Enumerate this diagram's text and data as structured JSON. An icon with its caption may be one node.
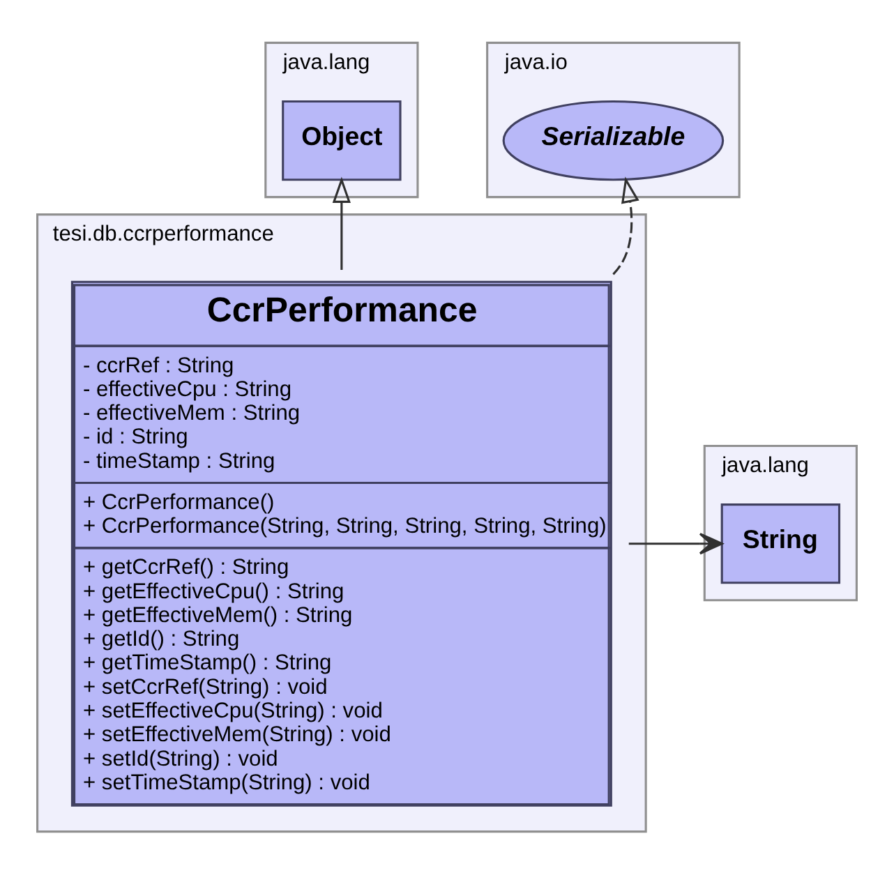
{
  "diagram": {
    "nodes": [
      {
        "text": [
          "java.lang"
        ]
      },
      {
        "text": [
          "Object"
        ],
        "in": 0
      },
      {
        "text": [
          "java.io"
        ]
      },
      {
        "text": [
          "Serializable"
        ],
        "in": 2
      },
      {
        "text": [
          "java.lang"
        ]
      },
      {
        "text": [
          "String"
        ],
        "in": 4
      },
      {
        "text": [
          "tesi.db.ccrperformance"
        ]
      },
      {
        "text": [
          "CcrPerformance",
          "- ccrRef : String",
          "- effectiveCpu : String",
          "- effectiveMem : String",
          "- id : String",
          "- timeStamp : String",
          "+ CcrPerformance()",
          "+ CcrPerformance(String, String, String, String, String)",
          "+ getCcrRef() : String",
          "+ getEffectiveCpu() : String",
          "+ getEffectiveMem() : String",
          "+ getId() : String",
          "+ getTimeStamp() : String",
          "+ setCcrRef(String) : void",
          "+ setEffectiveCpu(String) : void",
          "+ setEffectiveMem(String) : void",
          "+ setId(String) : void",
          "+ setTimeStamp(String) : void"
        ],
        "in": 6
      }
    ],
    "edges": [
      {
        "from": 7,
        "to": 1,
        "arrow": "to"
      },
      {
        "from": 7,
        "to": 3,
        "arrow": "to",
        "style": "dashed"
      },
      {
        "from": 7,
        "to": 5,
        "arrow": "to"
      }
    ]
  }
}
